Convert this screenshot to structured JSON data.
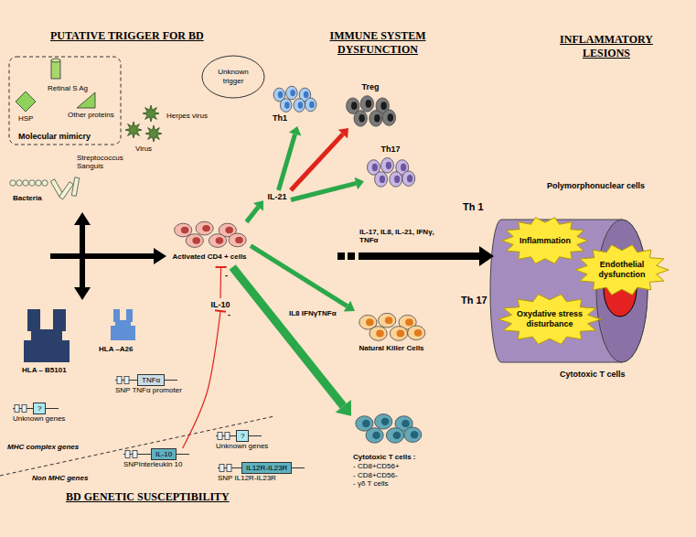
{
  "diagram": {
    "nodes": [
      {
        "text": [
          "PUTATIVE TRIGGER FOR BD"
        ]
      },
      {
        "text": [
          "Unknown trigger"
        ],
        "in": 0
      },
      {
        "text": [
          "BD GENETIC SUSCEPTIBILITY"
        ]
      },
      {
        "text": [
          "TNFα",
          "SNP TNFα promoter"
        ],
        "in": 2
      },
      {
        "text": [
          "?",
          "Unknown genes"
        ],
        "in": 2
      },
      {
        "text": [
          "IL-10",
          "SNPInterleukin 10"
        ],
        "in": 2
      },
      {
        "text": [
          "?",
          "Unknown genes"
        ],
        "in": 2
      },
      {
        "text": [
          "IL12R-IL23R",
          "SNP IL12R-IL23R"
        ],
        "in": 2
      },
      {
        "text": [
          "IMMUNE SYSTEM DYSFUNCTION"
        ]
      },
      {
        "text": [
          "Th1"
        ],
        "in": 8
      },
      {
        "text": [
          "Treg"
        ],
        "in": 8
      },
      {
        "text": [
          "Th17"
        ],
        "in": 8
      },
      {
        "text": [
          "IL-21"
        ],
        "in": 8
      },
      {
        "text": [
          "Activated CD4 + cells"
        ],
        "in": 8
      },
      {
        "text": [
          "IL-10"
        ],
        "in": 8
      },
      {
        "text": [
          "Natural Killer Cells"
        ],
        "in": 8
      },
      {
        "text": [
          "Cytotoxic T cells :",
          "- CD8+CD56+",
          "- CD8+CD56-",
          "- γδ T cells"
        ],
        "in": 8
      },
      {
        "text": [
          "INFLAMMATORY LESIONS"
        ]
      },
      {
        "text": [
          "Inflammation"
        ],
        "in": 17
      },
      {
        "text": [
          "Endothelial dysfunction"
        ],
        "in": 17
      },
      {
        "text": [
          "Oxydative stress disturbance"
        ],
        "in": 17
      }
    ],
    "edges": [
      {
        "from": 13,
        "to": 12,
        "arrow": "to"
      },
      {
        "from": 12,
        "to": 9,
        "arrow": "to"
      },
      {
        "from": 12,
        "to": 10,
        "arrow": "to"
      },
      {
        "from": 12,
        "to": 11,
        "arrow": "to"
      },
      {
        "from": 13,
        "to": 15,
        "arrow": "to",
        "label": "IL8 IFNγTNFα"
      },
      {
        "from": 13,
        "to": 16,
        "arrow": "to"
      },
      {
        "from": 8,
        "to": 17,
        "arrow": "to",
        "label": "IL-17, IL8, IL-21, IFNγ, TNFα"
      },
      {
        "from": 5,
        "to": 14,
        "arrow": "to"
      },
      {
        "from": 14,
        "to": 13,
        "arrow": "to"
      }
    ],
    "labels": [
      "Retinal S Ag",
      "HSP",
      "Other proteins",
      "Molecular mimicry",
      "Herpes virus",
      "Virus",
      "Streptococcus Sanguis",
      "Bacteria",
      "HLA – B5101",
      "HLA –A26",
      "MHC complex genes",
      "Non MHC genes",
      "-",
      "-",
      "Polymorphonuclear cells",
      "Th 1",
      "Th 17",
      "Cytotoxic T cells"
    ]
  }
}
